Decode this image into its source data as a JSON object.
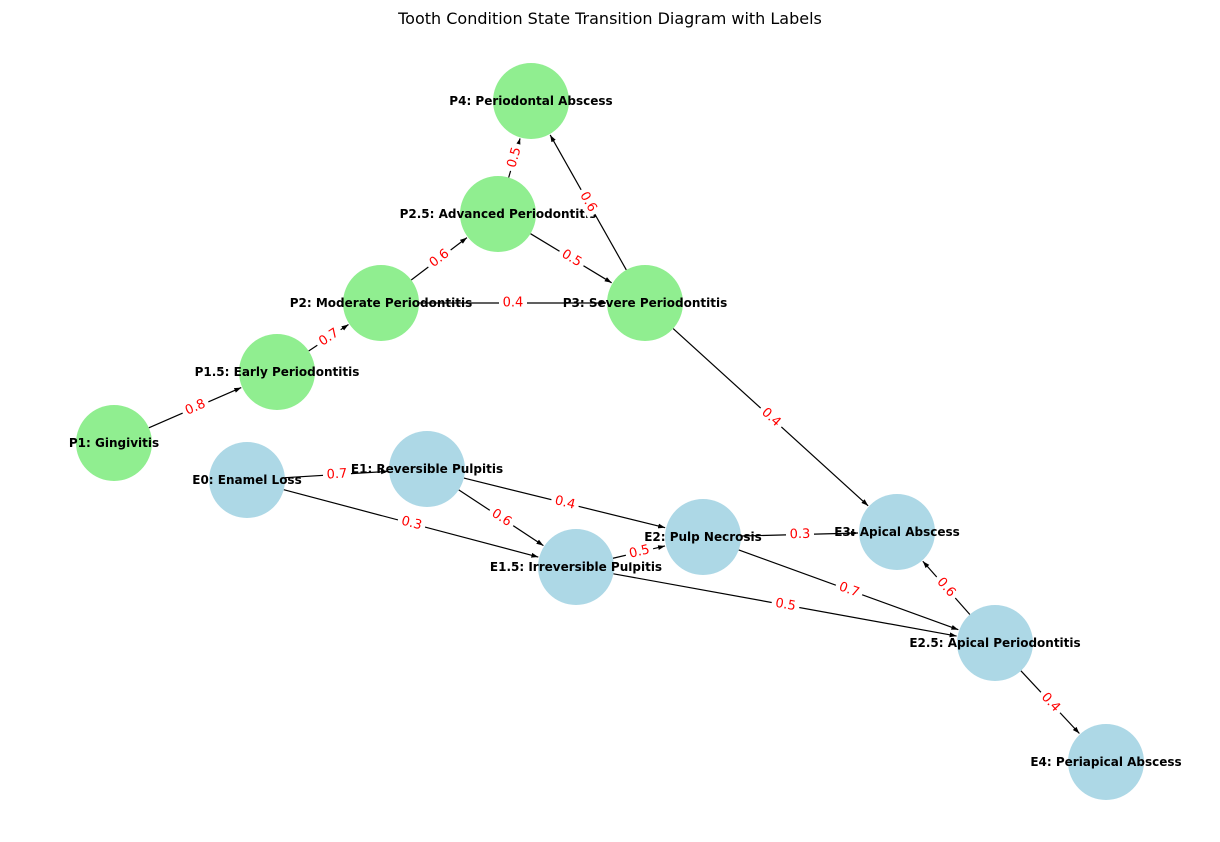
{
  "title": "Tooth Condition State Transition Diagram with Labels",
  "colors": {
    "periodontal_node": "#90ee90",
    "endodontic_node": "#add8e6",
    "edge": "#000000",
    "edge_label": "#ff0000"
  },
  "nodes": [
    {
      "id": "P1",
      "label": "P1: Gingivitis",
      "group": "periodontal"
    },
    {
      "id": "P1.5",
      "label": "P1.5: Early Periodontitis",
      "group": "periodontal"
    },
    {
      "id": "P2",
      "label": "P2: Moderate Periodontitis",
      "group": "periodontal"
    },
    {
      "id": "P2.5",
      "label": "P2.5: Advanced Periodontitis",
      "group": "periodontal"
    },
    {
      "id": "P3",
      "label": "P3: Severe Periodontitis",
      "group": "periodontal"
    },
    {
      "id": "P4",
      "label": "P4: Periodontal Abscess",
      "group": "periodontal"
    },
    {
      "id": "E0",
      "label": "E0: Enamel Loss",
      "group": "endodontic"
    },
    {
      "id": "E1",
      "label": "E1: Reversible Pulpitis",
      "group": "endodontic"
    },
    {
      "id": "E1.5",
      "label": "E1.5: Irreversible Pulpitis",
      "group": "endodontic"
    },
    {
      "id": "E2",
      "label": "E2: Pulp Necrosis",
      "group": "endodontic"
    },
    {
      "id": "E2.5",
      "label": "E2.5: Apical Periodontitis",
      "group": "endodontic"
    },
    {
      "id": "E3",
      "label": "E3: Apical Abscess",
      "group": "endodontic"
    },
    {
      "id": "E4",
      "label": "E4: Periapical Abscess",
      "group": "endodontic"
    }
  ],
  "edges": [
    {
      "from": "P1",
      "to": "P1.5",
      "label": "0.8"
    },
    {
      "from": "P1.5",
      "to": "P2",
      "label": "0.7"
    },
    {
      "from": "P2",
      "to": "P2.5",
      "label": "0.6"
    },
    {
      "from": "P2",
      "to": "P3",
      "label": "0.4"
    },
    {
      "from": "P2.5",
      "to": "P3",
      "label": "0.5"
    },
    {
      "from": "P2.5",
      "to": "P4",
      "label": "0.5"
    },
    {
      "from": "P3",
      "to": "P4",
      "label": "0.6"
    },
    {
      "from": "P3",
      "to": "E3",
      "label": "0.4"
    },
    {
      "from": "E0",
      "to": "E1",
      "label": "0.7"
    },
    {
      "from": "E0",
      "to": "E1.5",
      "label": "0.3"
    },
    {
      "from": "E1",
      "to": "E1.5",
      "label": "0.6"
    },
    {
      "from": "E1",
      "to": "E2",
      "label": "0.4"
    },
    {
      "from": "E1.5",
      "to": "E2",
      "label": "0.5"
    },
    {
      "from": "E1.5",
      "to": "E2.5",
      "label": "0.5"
    },
    {
      "from": "E2",
      "to": "E2.5",
      "label": "0.7"
    },
    {
      "from": "E2",
      "to": "E3",
      "label": "0.3"
    },
    {
      "from": "E2.5",
      "to": "E3",
      "label": "0.6"
    },
    {
      "from": "E2.5",
      "to": "E4",
      "label": "0.4"
    }
  ]
}
